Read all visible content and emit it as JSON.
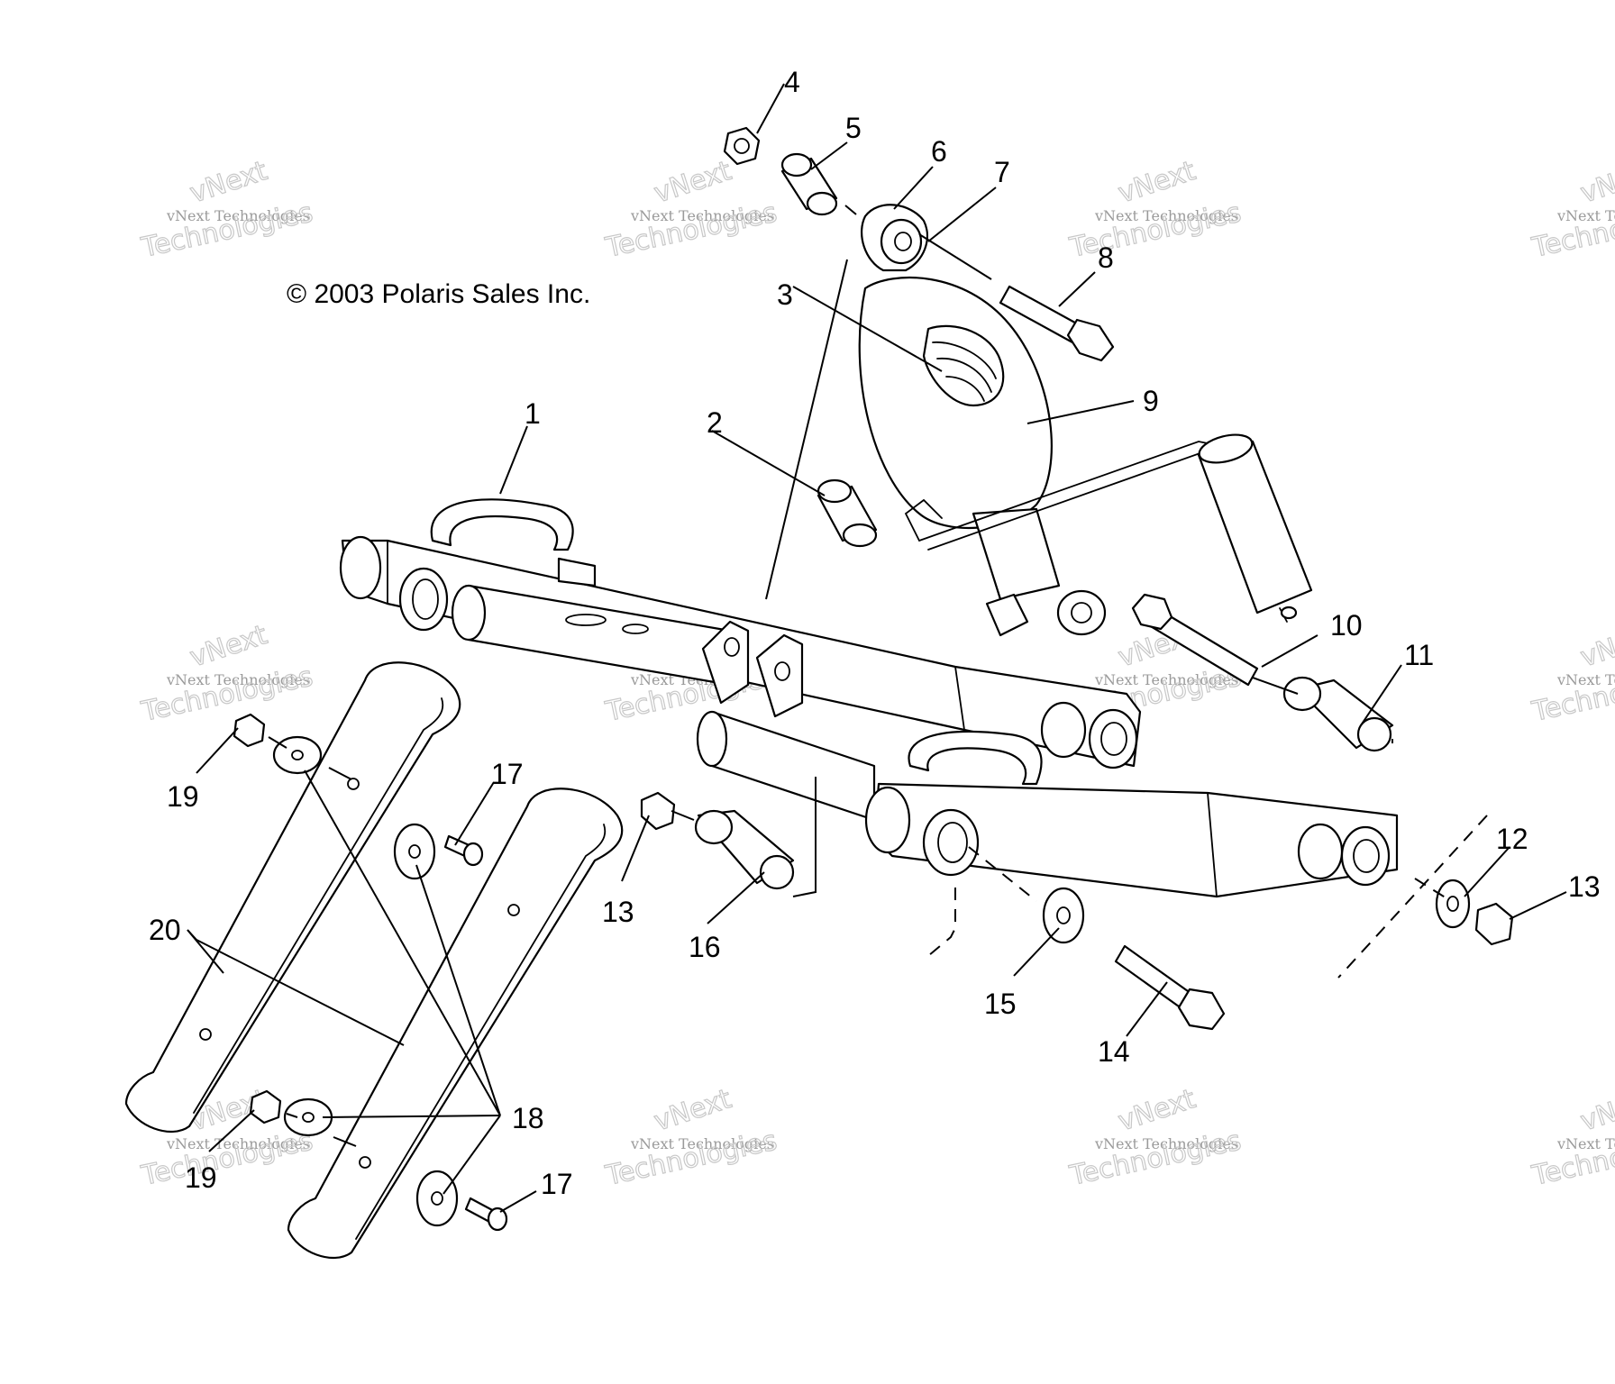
{
  "copyright": "© 2003 Polaris Sales Inc.",
  "watermark": {
    "line_small": "vNext Technologies",
    "line_big_a": "vNext",
    "line_big_b": "Technologies"
  },
  "callouts": {
    "c1": "1",
    "c2": "2",
    "c3": "3",
    "c4": "4",
    "c5": "5",
    "c6": "6",
    "c7": "7",
    "c8": "8",
    "c9": "9",
    "c10": "10",
    "c11": "11",
    "c12": "12",
    "c13a": "13",
    "c13b": "13",
    "c14": "14",
    "c15": "15",
    "c16": "16",
    "c17a": "17",
    "c17b": "17",
    "c18": "18",
    "c19a": "19",
    "c19b": "19",
    "c20": "20"
  }
}
